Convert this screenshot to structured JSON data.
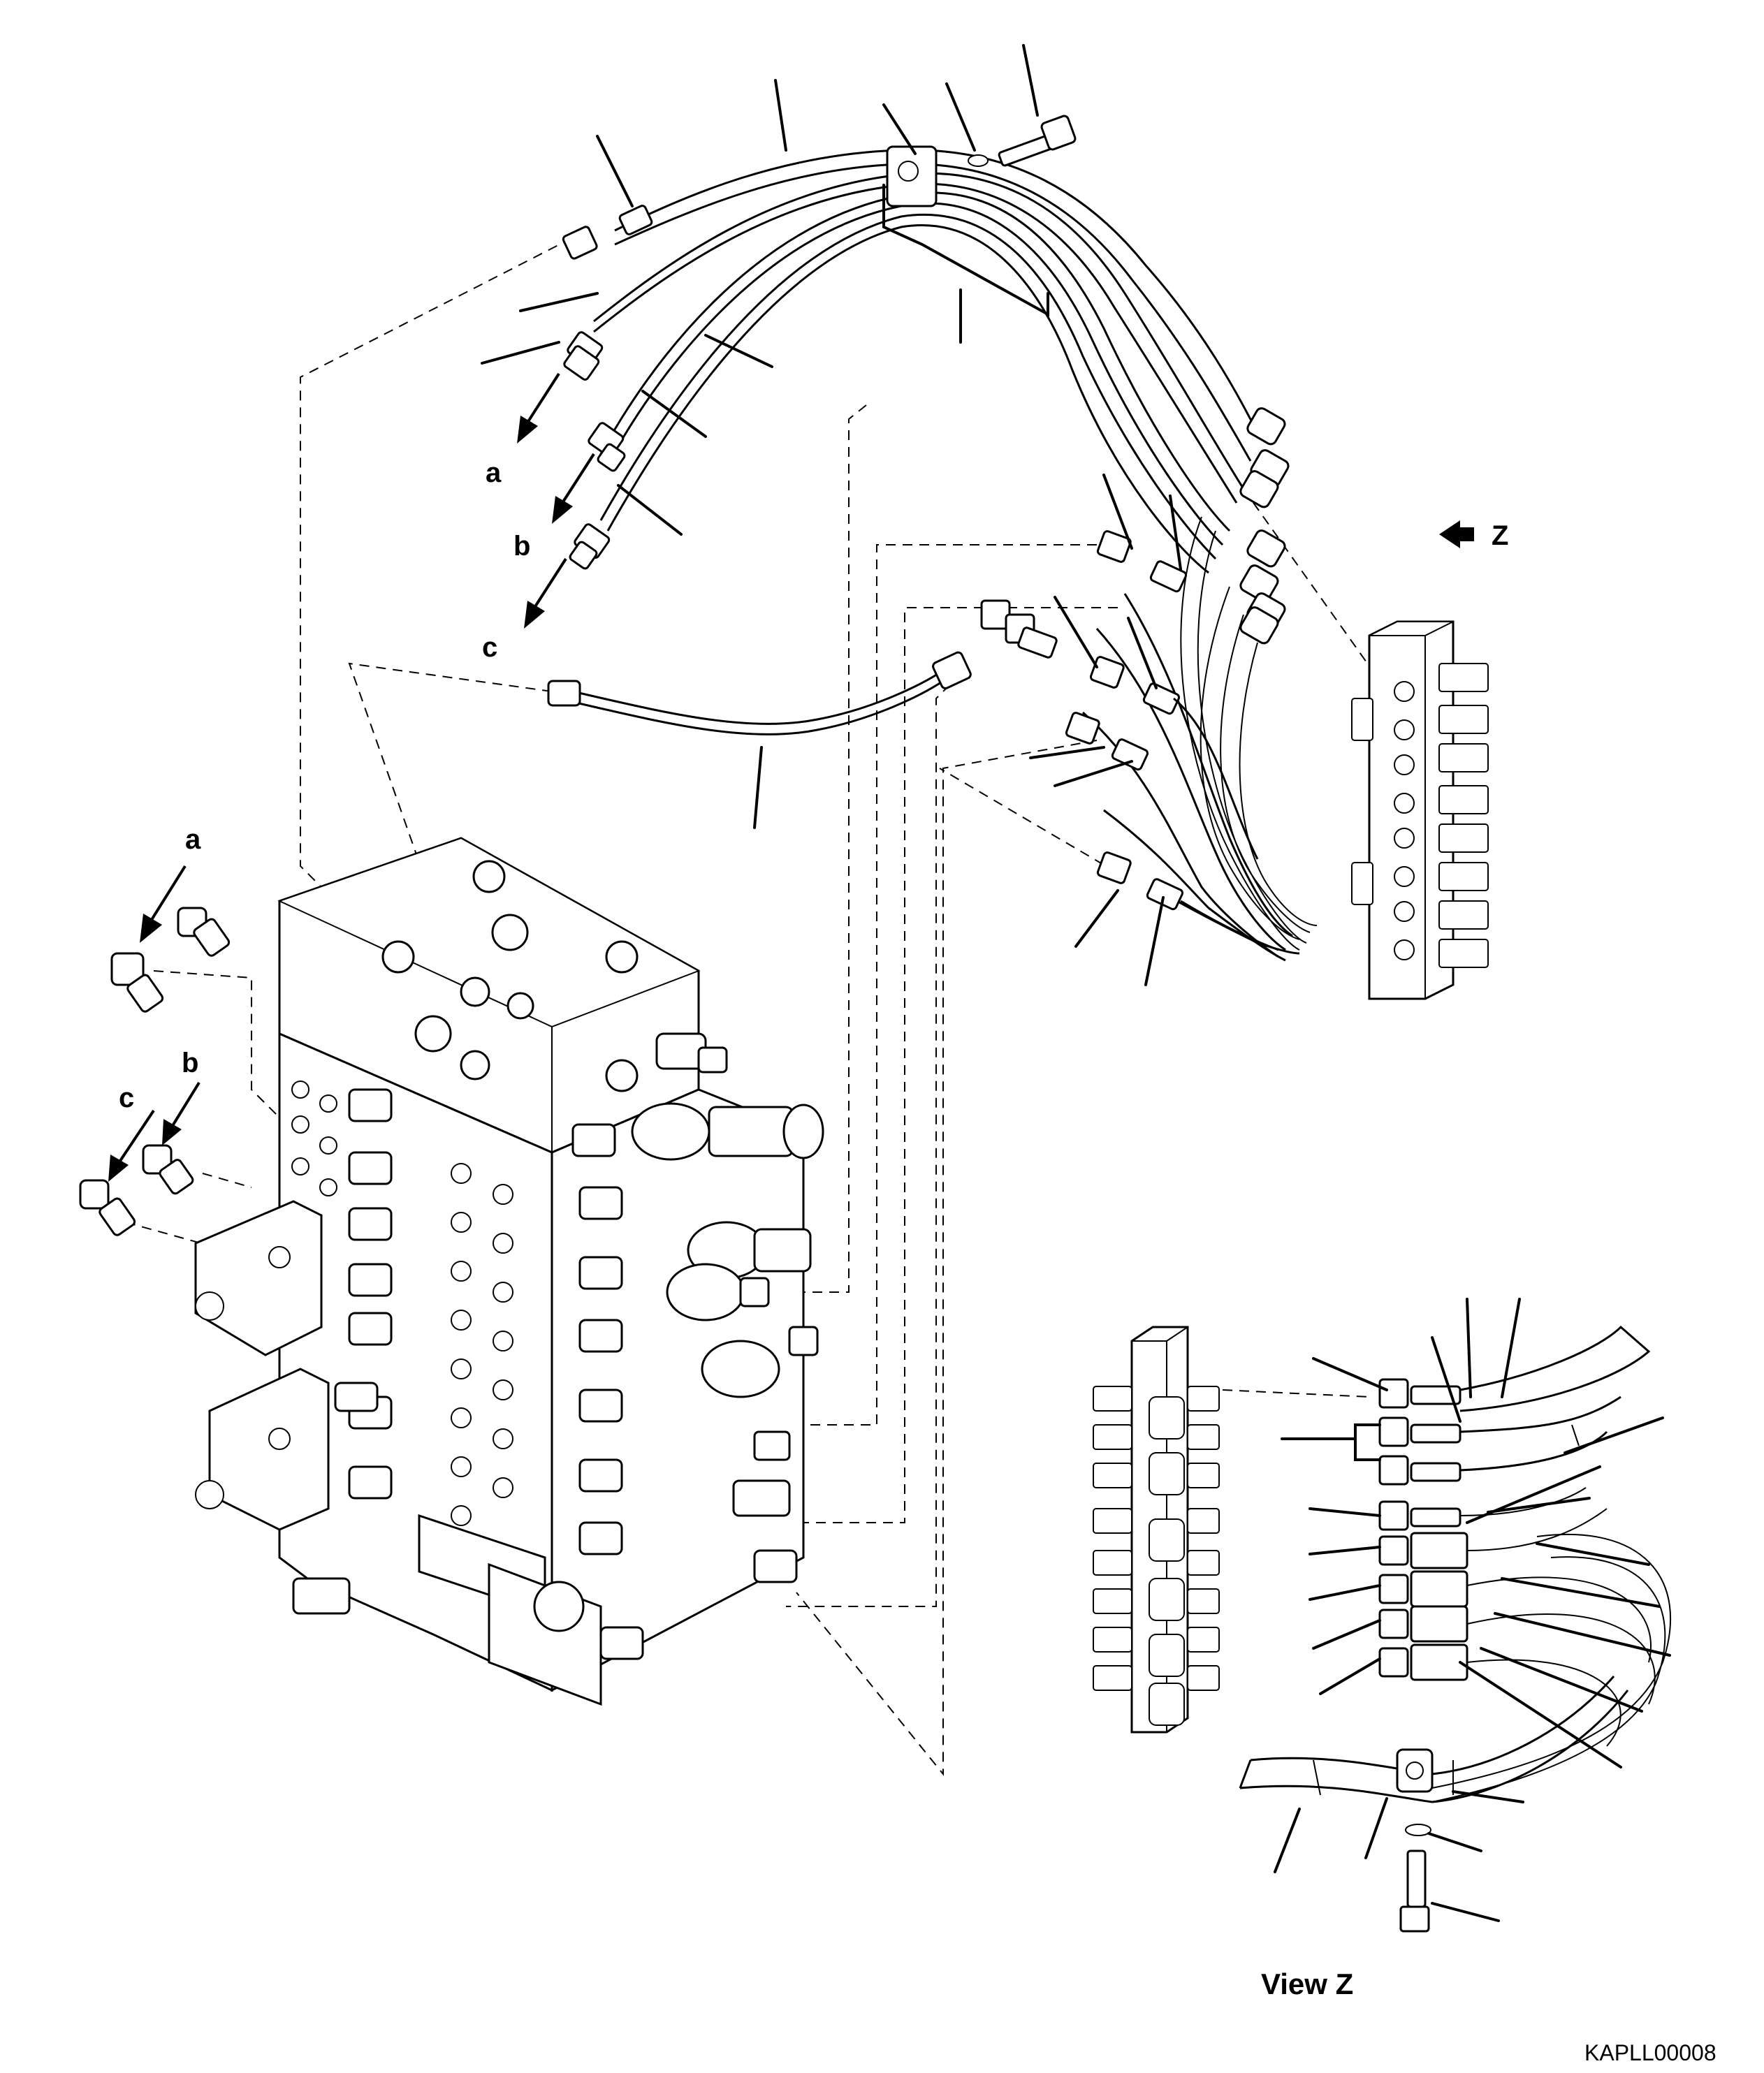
{
  "labels": {
    "a_top": "a",
    "b_top": "b",
    "c_top": "c",
    "a_left": "a",
    "b_left": "b",
    "c_left": "c",
    "z_pointer": "Z",
    "view_caption": "View Z",
    "drawing_code": "KAPLL00008"
  }
}
